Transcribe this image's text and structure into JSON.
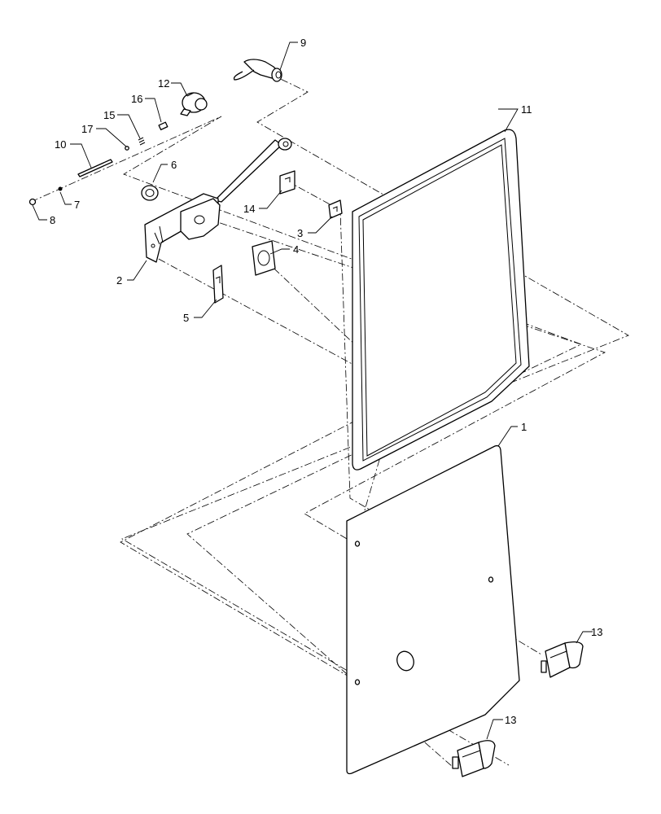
{
  "diagram": {
    "callouts": {
      "c1": "1",
      "c2": "2",
      "c3": "3",
      "c4": "4",
      "c5": "5",
      "c6": "6",
      "c7": "7",
      "c8": "8",
      "c9": "9",
      "c10": "10",
      "c11": "11",
      "c12": "12",
      "c13a": "13",
      "c13b": "13",
      "c14": "14",
      "c15": "15",
      "c16": "16",
      "c17": "17"
    }
  }
}
